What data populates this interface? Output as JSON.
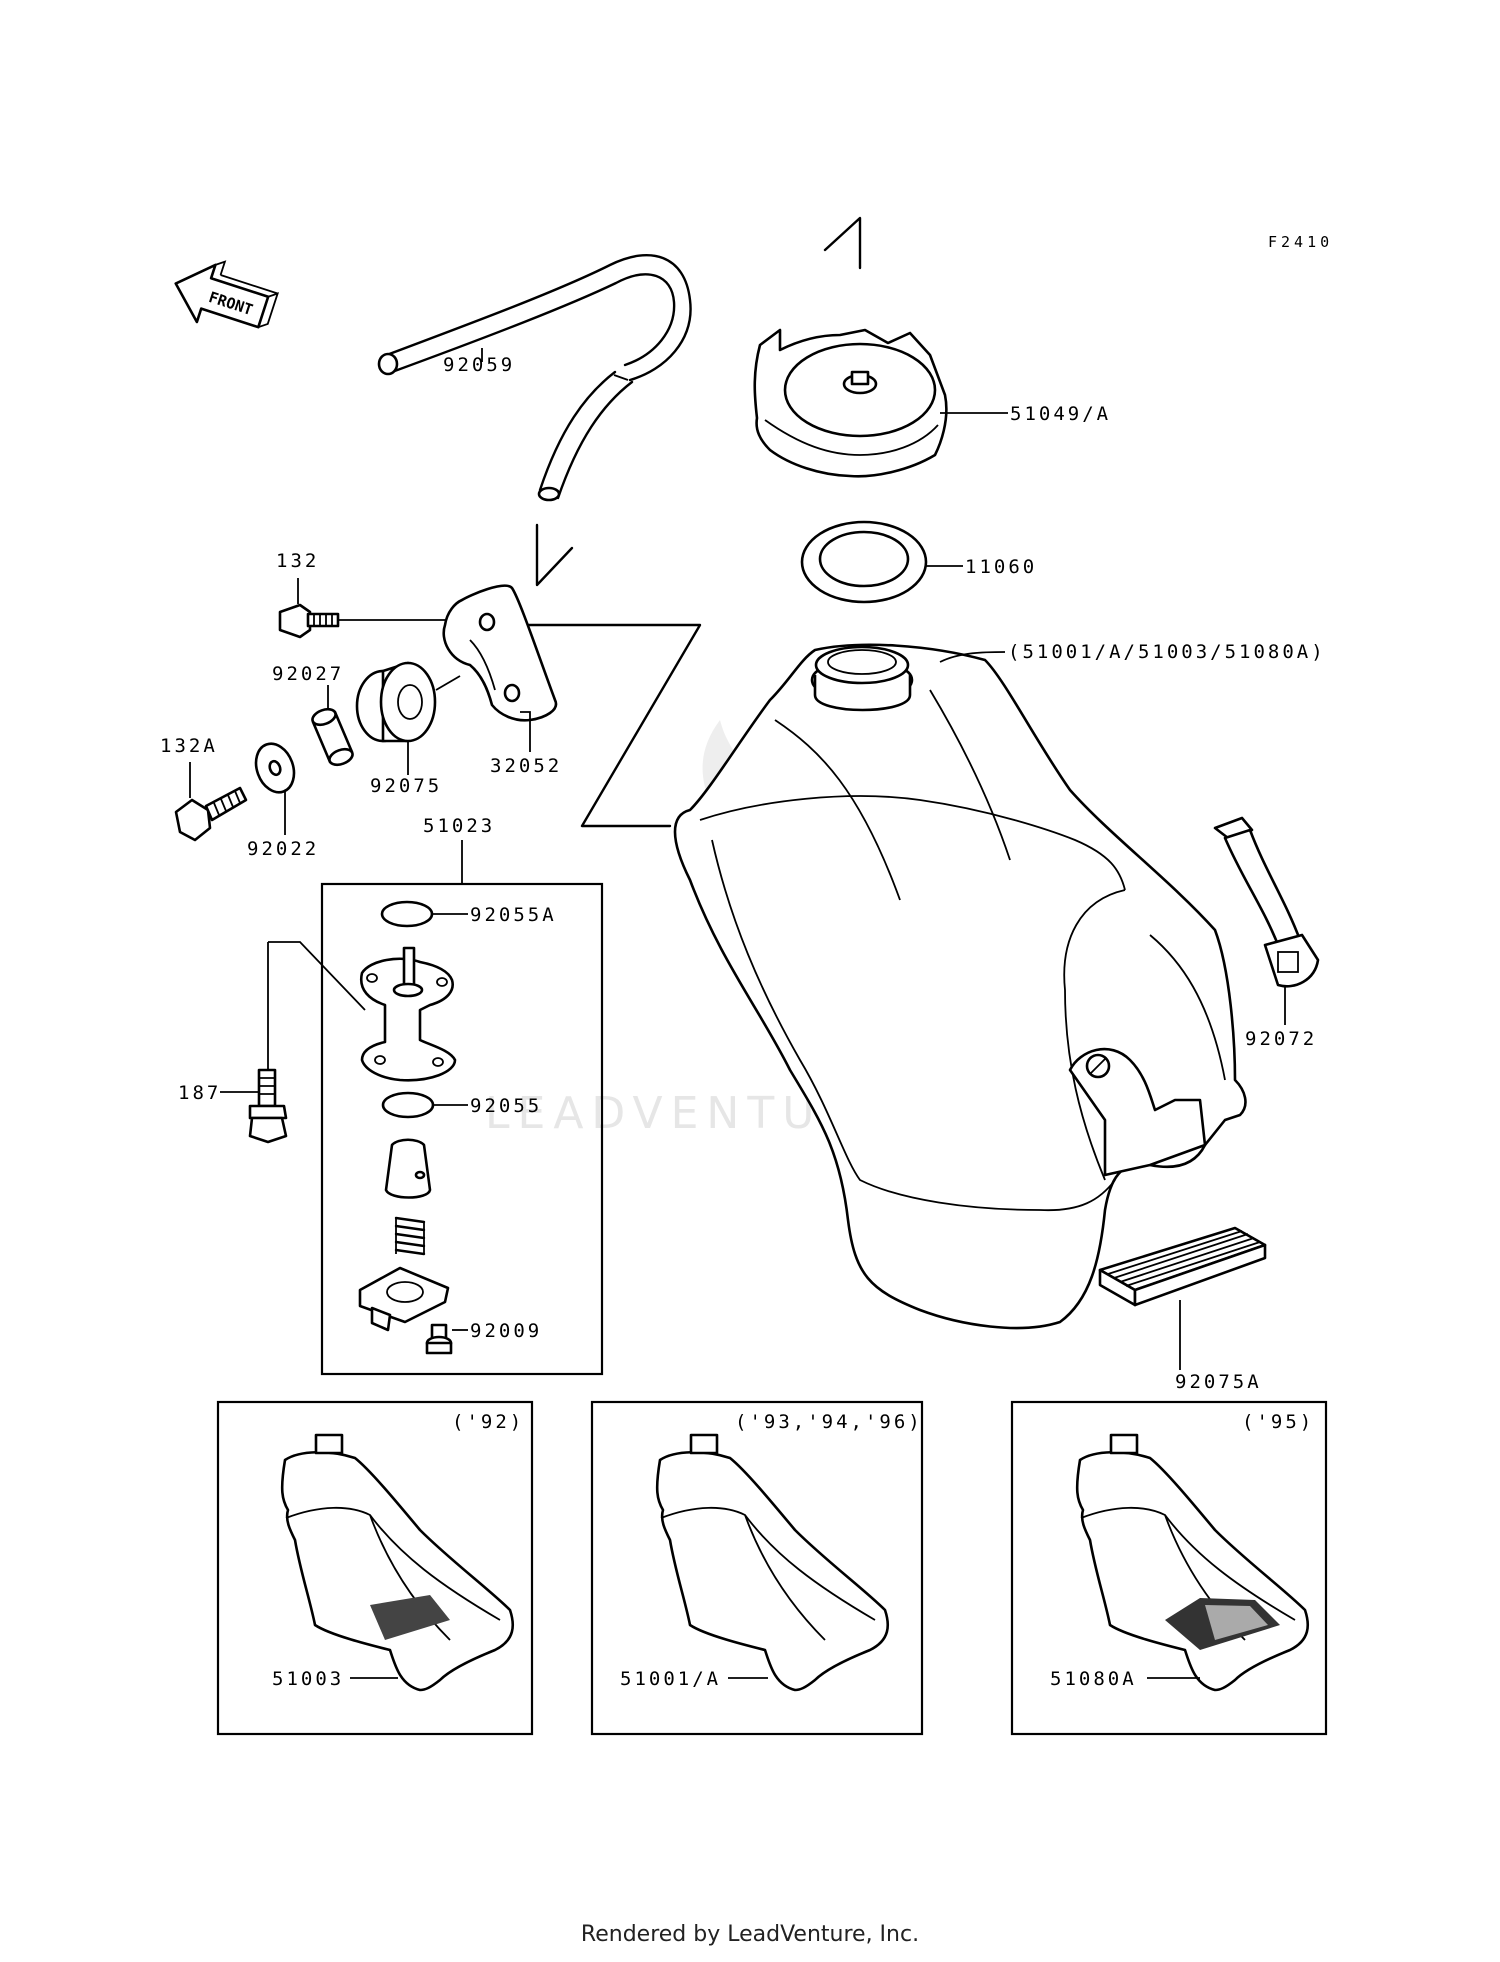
{
  "figure_code": "F2410",
  "front_arrow": "FRONT",
  "watermark": "LEADVENTURE",
  "footer": "Rendered by LeadVenture, Inc.",
  "callouts": {
    "c92059": "92059",
    "c51049": "51049/A",
    "c11060": "11060",
    "c51001set": "(51001/A/51003/51080A)",
    "c132": "132",
    "c92027": "92027",
    "c132a": "132A",
    "c92075": "92075",
    "c32052": "32052",
    "c92022": "92022",
    "c51023": "51023",
    "c92055a": "92055A",
    "c187": "187",
    "c92055": "92055",
    "c92009": "92009",
    "c92072": "92072",
    "c92075a": "92075A"
  },
  "variants": [
    {
      "years": "('92)",
      "part": "51003"
    },
    {
      "years": "('93,'94,'96)",
      "part": "51001/A"
    },
    {
      "years": "('95)",
      "part": "51080A"
    }
  ]
}
